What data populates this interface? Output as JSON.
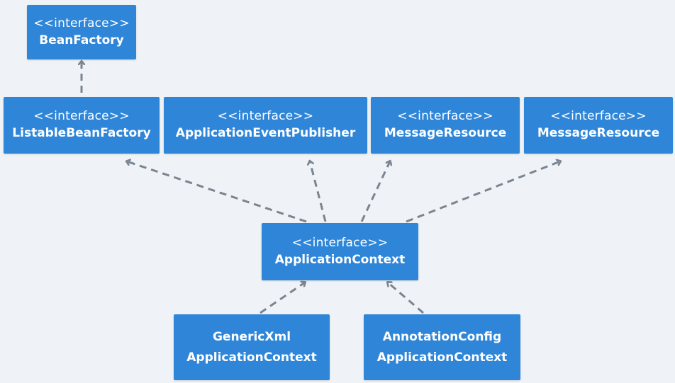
{
  "nodes": {
    "bean_factory": {
      "stereotype": "<<interface>>",
      "name": "BeanFactory"
    },
    "listable_bean_factory": {
      "stereotype": "<<interface>>",
      "name": "ListableBeanFactory"
    },
    "application_event_publisher": {
      "stereotype": "<<interface>>",
      "name": "ApplicationEventPublisher"
    },
    "message_resource_1": {
      "stereotype": "<<interface>>",
      "name": "MessageResource"
    },
    "message_resource_2": {
      "stereotype": "<<interface>>",
      "name": "MessageResource"
    },
    "application_context": {
      "stereotype": "<<interface>>",
      "name": "ApplicationContext"
    },
    "generic_xml_application_context": {
      "line1": "GenericXml",
      "line2": "ApplicationContext"
    },
    "annotation_config_application_context": {
      "line1": "AnnotationConfig",
      "line2": "ApplicationContext"
    }
  },
  "edges": [
    {
      "from": "listable_bean_factory",
      "to": "bean_factory",
      "style": "dashed"
    },
    {
      "from": "application_context",
      "to": "listable_bean_factory",
      "style": "dashed"
    },
    {
      "from": "application_context",
      "to": "application_event_publisher",
      "style": "dashed"
    },
    {
      "from": "application_context",
      "to": "message_resource_1",
      "style": "dashed"
    },
    {
      "from": "application_context",
      "to": "message_resource_2",
      "style": "dashed"
    },
    {
      "from": "generic_xml_application_context",
      "to": "application_context",
      "style": "dashed"
    },
    {
      "from": "annotation_config_application_context",
      "to": "application_context",
      "style": "dashed"
    }
  ],
  "colors": {
    "background": "#eff3f7",
    "node_fill": "#2f86d8",
    "node_text": "#ffffff",
    "edge": "#7a8591"
  }
}
